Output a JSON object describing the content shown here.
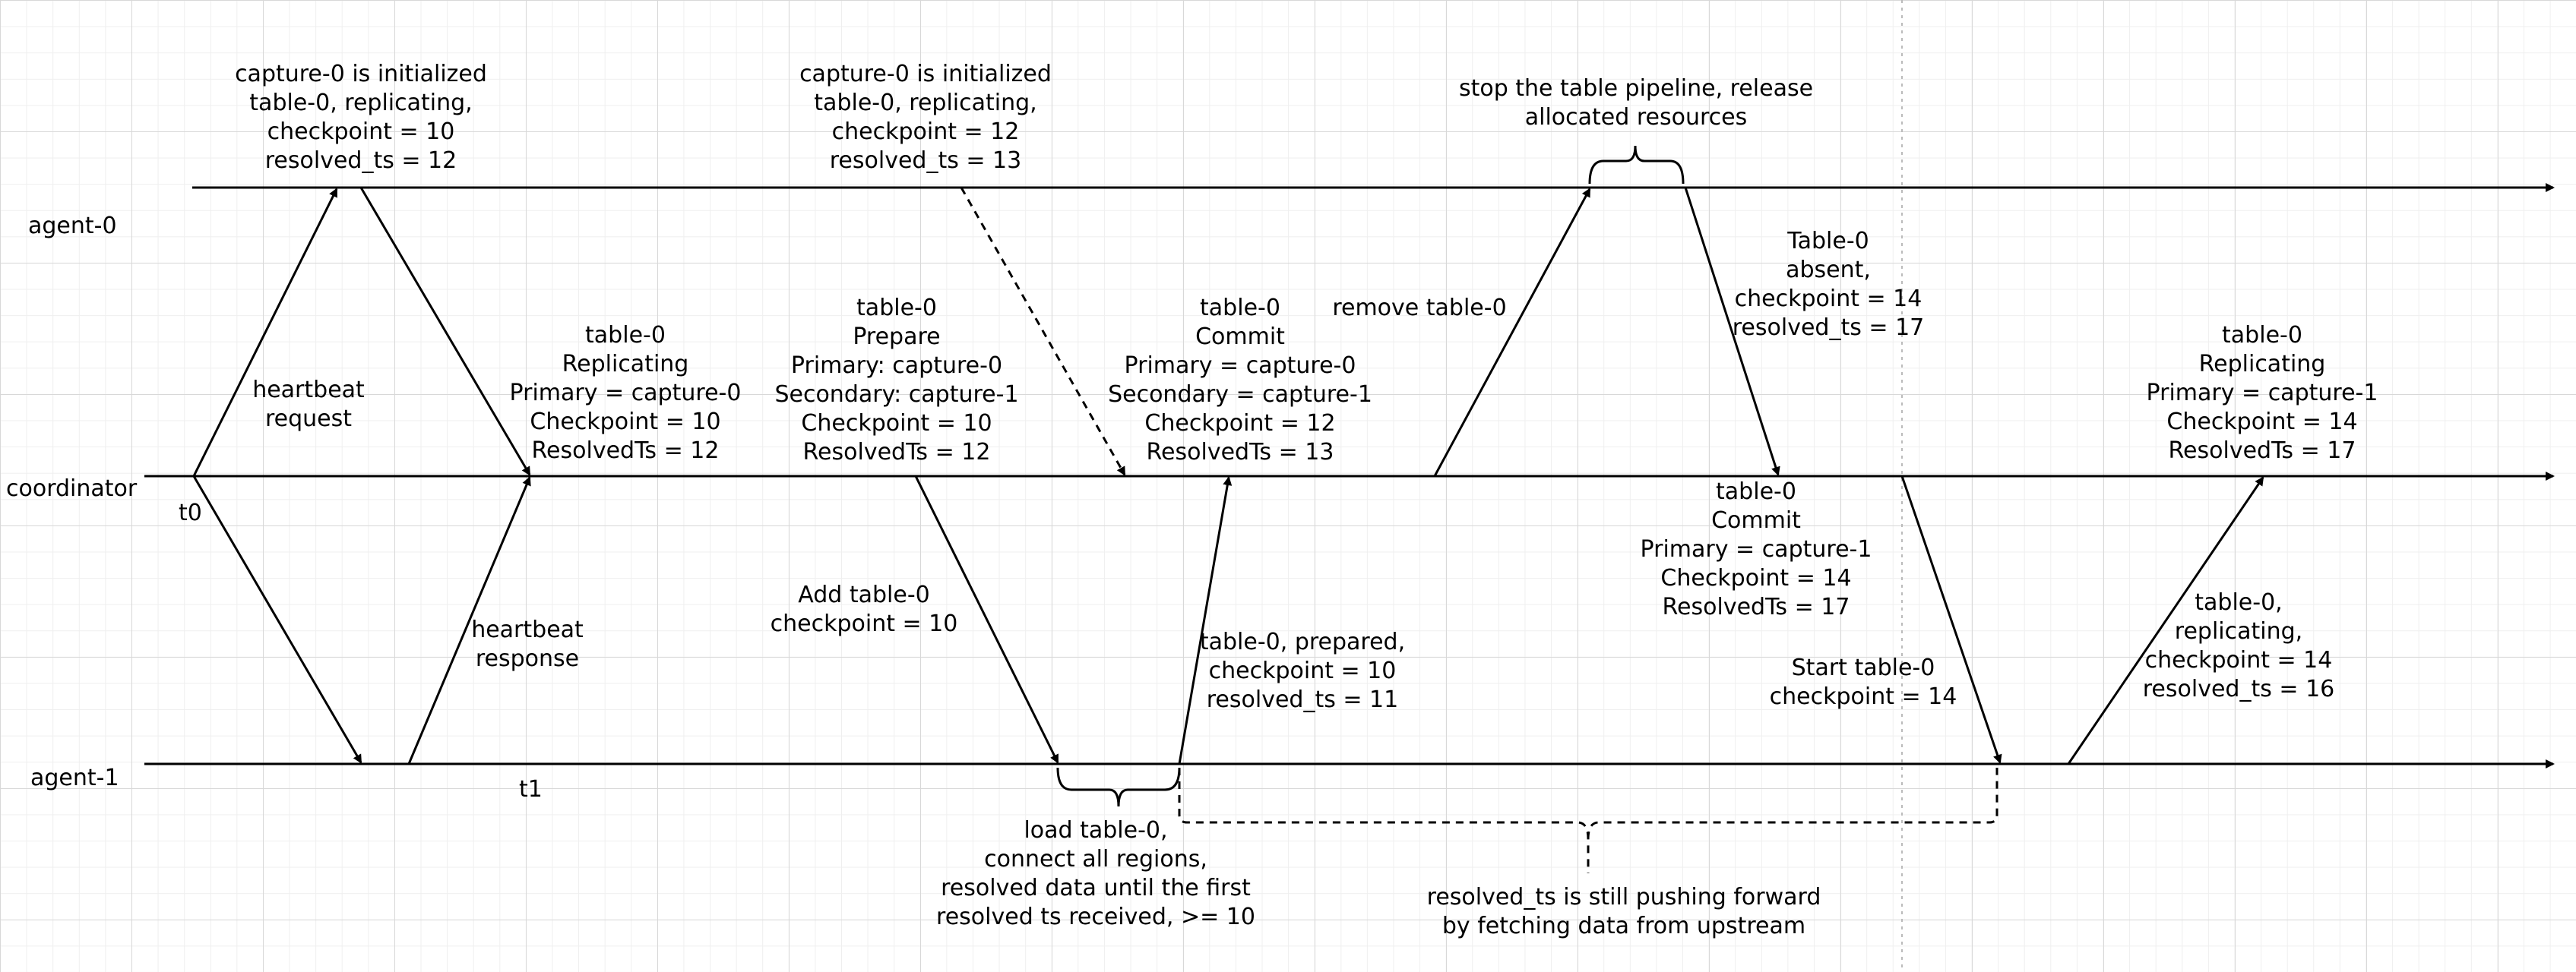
{
  "lanes": {
    "agent0": "agent-0",
    "coordinator": "coordinator",
    "agent1": "agent-1"
  },
  "markers": {
    "t0": "t0",
    "t1": "t1"
  },
  "notes": {
    "init_a": "capture-0 is initialized\ntable-0, replicating,\ncheckpoint = 10\nresolved_ts = 12",
    "init_b": "capture-0 is initialized\ntable-0, replicating,\ncheckpoint = 12\nresolved_ts = 13",
    "stop_pipeline": "stop the table pipeline, release\nallocated resources",
    "heartbeat_request": "heartbeat\nrequest",
    "heartbeat_response": "heartbeat\nresponse",
    "state_replicating": "table-0\nReplicating\nPrimary = capture-0\nCheckpoint = 10\nResolvedTs = 12",
    "state_prepare": "table-0\nPrepare\nPrimary: capture-0\nSecondary: capture-1\nCheckpoint = 10\nResolvedTs = 12",
    "state_commit_a": "table-0\nCommit\nPrimary = capture-0\nSecondary = capture-1\nCheckpoint = 12\nResolvedTs = 13",
    "remove_table": "remove table-0",
    "table_absent": "Table-0\nabsent,\ncheckpoint = 14\nresolved_ts = 17",
    "state_commit_b": "table-0\nCommit\nPrimary = capture-1\nCheckpoint = 14\nResolvedTs = 17",
    "state_replicating_final": "table-0\nReplicating\nPrimary = capture-1\nCheckpoint = 14\nResolvedTs = 17",
    "add_table": "Add table-0\ncheckpoint = 10",
    "prepared": "table-0, prepared,\ncheckpoint = 10\nresolved_ts = 11",
    "start_table": "Start table-0\ncheckpoint = 14",
    "replicating_report": "table-0,\nreplicating,\ncheckpoint = 14\nresolved_ts = 16",
    "load_table": "load table-0,\nconnect all regions,\nresolved data until the first\nresolved ts received, >= 10",
    "resolved_pushing": "resolved_ts is still pushing forward\nby fetching data from upstream"
  }
}
